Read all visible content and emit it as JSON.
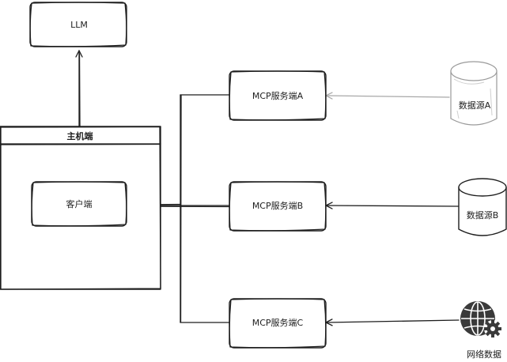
{
  "nodes": {
    "llm": "LLM",
    "host": "主机端",
    "client": "客户端",
    "server_a": "MCP服务端A",
    "server_b": "MCP服务端B",
    "server_c": "MCP服务端C",
    "datasource_a": "数据源A",
    "datasource_b": "数据源B",
    "web_data": "网络数据"
  },
  "icons": {
    "web_data": "globe-gear-icon",
    "datasource": "database-cylinder-icon"
  },
  "colors": {
    "stroke": "#1e1e1e",
    "faint_stroke": "#9a9a9a",
    "background": "#ffffff"
  }
}
